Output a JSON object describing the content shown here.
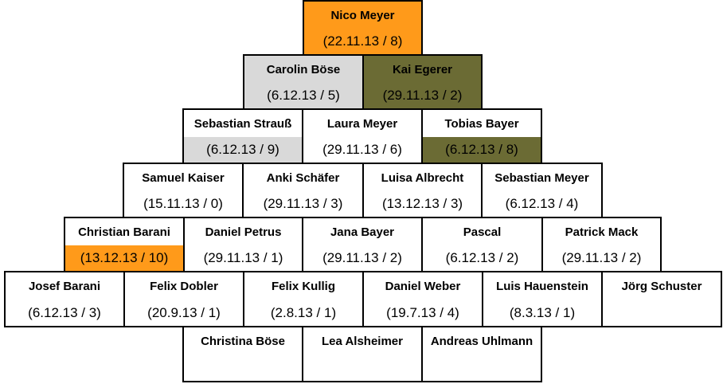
{
  "rows": [
    [
      {
        "name": "Nico Meyer",
        "stat": "(22.11.13 / 8)",
        "color": "#ff9a1a"
      }
    ],
    [
      {
        "name": "Carolin Böse",
        "stat": "(6.12.13 / 5)",
        "color": "#d9d9d9"
      },
      {
        "name": "Kai Egerer",
        "stat": "(29.11.13 / 2)",
        "color": "#6b6b34"
      }
    ],
    [
      {
        "name": "Sebastian Strauß",
        "stat": "(6.12.13 / 9)",
        "color": "#d9d9d9"
      },
      {
        "name": "Laura Meyer",
        "stat": "(29.11.13 / 6)",
        "color": "#ffffff"
      },
      {
        "name": "Tobias Bayer",
        "stat": "(6.12.13 / 8)",
        "color": "#6b6b34"
      }
    ],
    [
      {
        "name": "Samuel Kaiser",
        "stat": "(15.11.13 / 0)",
        "color": "#ffffff"
      },
      {
        "name": "Anki Schäfer",
        "stat": "(29.11.13 / 3)",
        "color": "#ffffff"
      },
      {
        "name": "Luisa Albrecht",
        "stat": "(13.12.13 / 3)",
        "color": "#ffffff"
      },
      {
        "name": "Sebastian Meyer",
        "stat": "(6.12.13 / 4)",
        "color": "#ffffff"
      }
    ],
    [
      {
        "name": "Christian Barani",
        "stat": "(13.12.13 / 10)",
        "color": "#ff9a1a"
      },
      {
        "name": "Daniel Petrus",
        "stat": "(29.11.13 / 1)",
        "color": "#ffffff"
      },
      {
        "name": "Jana Bayer",
        "stat": "(29.11.13 / 2)",
        "color": "#ffffff"
      },
      {
        "name": "Pascal",
        "stat": "(6.12.13 / 2)",
        "color": "#ffffff"
      },
      {
        "name": "Patrick Mack",
        "stat": "(29.11.13 / 2)",
        "color": "#ffffff"
      }
    ],
    [
      {
        "name": "Josef Barani",
        "stat": "(6.12.13 / 3)",
        "color": "#ffffff"
      },
      {
        "name": "Felix Dobler",
        "stat": "(20.9.13 / 1)",
        "color": "#ffffff"
      },
      {
        "name": "Felix Kullig",
        "stat": "(2.8.13 / 1)",
        "color": "#ffffff"
      },
      {
        "name": "Daniel Weber",
        "stat": "(19.7.13 / 4)",
        "color": "#ffffff"
      },
      {
        "name": "Luis Hauenstein",
        "stat": "(8.3.13 / 1)",
        "color": "#ffffff"
      },
      {
        "name": "Jörg Schuster",
        "stat": "",
        "color": "#ffffff"
      }
    ],
    [
      {
        "name": "Christina Böse",
        "stat": "",
        "color": "#ffffff"
      },
      {
        "name": "Lea Alsheimer",
        "stat": "",
        "color": "#ffffff"
      },
      {
        "name": "Andreas Uhlmann",
        "stat": "",
        "color": "#ffffff"
      }
    ]
  ]
}
